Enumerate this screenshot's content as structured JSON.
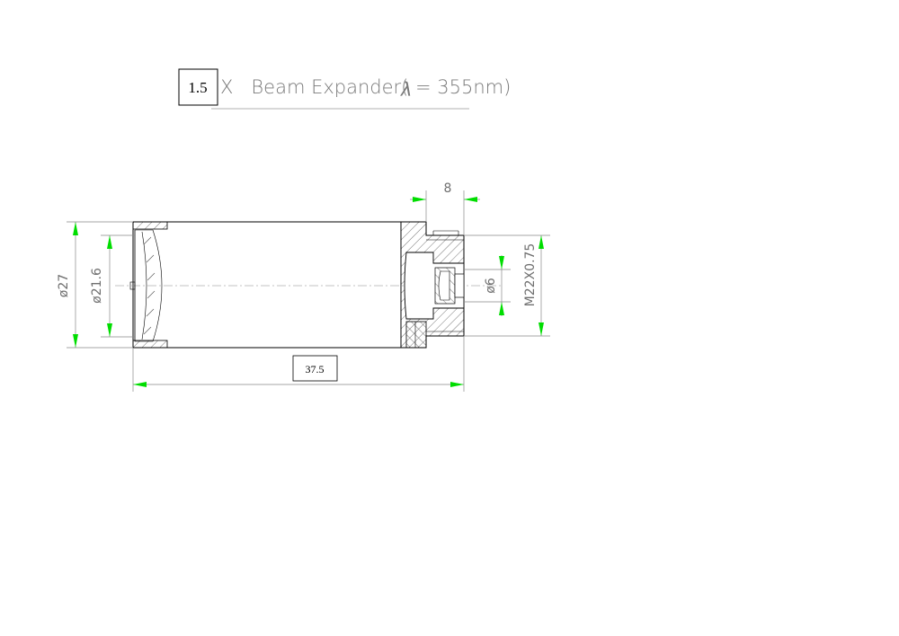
{
  "title": {
    "magnification": "1.5",
    "text": "X   Beam Expander(",
    "lambda_symbol": "λ",
    "lambda_value": "= 355nm)"
  },
  "dimensions": {
    "outer_diameter": "ø27",
    "aperture_diameter": "ø21.6",
    "length": "37.5",
    "flange_width": "8",
    "output_aperture": "ø6",
    "thread": "M22X0.75"
  },
  "colors": {
    "arrow": "#00dd00",
    "line": "#000000",
    "dim_text": "#6f6f6f"
  }
}
